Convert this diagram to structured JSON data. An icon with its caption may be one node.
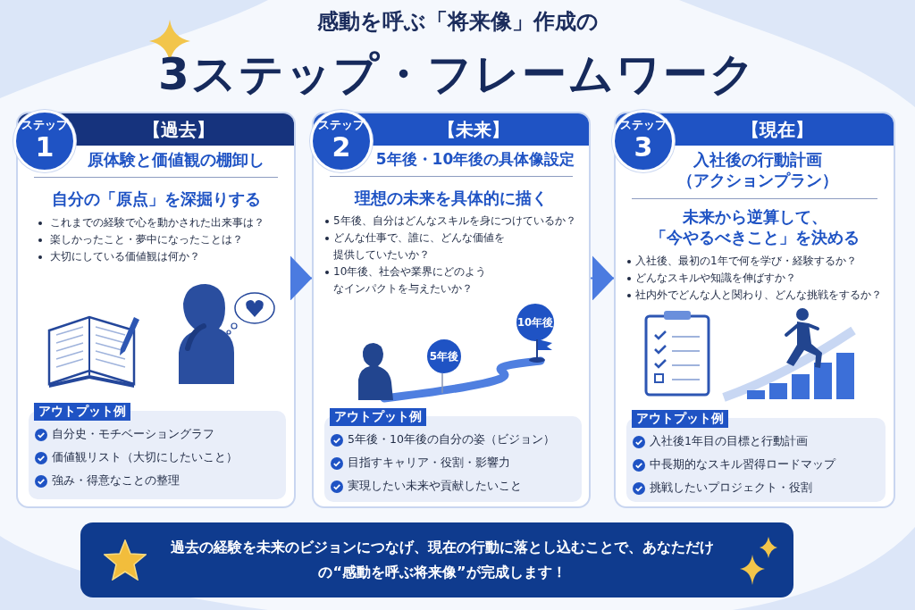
{
  "diagram": {
    "title": "感動を呼ぶ「**将来像**」作成の",
    "nodes": [
      {
        "text": [
          "【過去】",
          "原体験と価値観の棚卸し",
          "自分の「原点」を深掘りする",
          "これまでの経験で心を動かされた出来事は？",
          "楽しかったこと・夢中になったことは？",
          "大切にしている価値観は何か？"
        ]
      },
      {
        "text": [
          "ステップ",
          "1"
        ],
        "in": 0
      },
      {
        "text": [
          "アウトプット例",
          "自分史・モチベーショングラフ",
          "価値観リスト（大切にしたいこと）",
          "強み・得意なことの整理"
        ],
        "in": 0
      },
      {
        "text": [
          "【未来】",
          "5年後・10年後の具体像設定",
          "理想の未来を具体的に描く",
          "5年後、自分はどんなスキルを身につけているか？",
          "どんな仕事で、誰に、どんな価値を提供していたいか？",
          "10年後、社会や業界にどのようなインパクトを与えたいか？"
        ]
      },
      {
        "text": [
          "ステップ",
          "2"
        ],
        "in": 3
      },
      {
        "text": [
          "5年後"
        ],
        "in": 3
      },
      {
        "text": [
          "10年後"
        ],
        "in": 3
      },
      {
        "text": [
          "アウトプット例",
          "5年後・10年後の自分の姿（ビジョン）",
          "目指すキャリア・役割・影響力",
          "実現したい未来や貢献したいこと"
        ],
        "in": 3
      },
      {
        "text": [
          "【現在】",
          "入社後の行動計画（アクションプラン）",
          "未来から逆算して、「今やるべきこと」を決める",
          "入社後、最初の1年で何を学び・経験するか？",
          "どんなスキルや知識を伸ばすか？",
          "社内外でどんな人と関わり、どんな挑戦をするか？"
        ]
      },
      {
        "text": [
          "ステップ",
          "3"
        ],
        "in": 8
      },
      {
        "text": [
          "アウトプット例",
          "入社後1年目の目標と行動計画",
          "中長期的なスキル習得ロードマップ",
          "挑戦したいプロジェクト・役割"
        ],
        "in": 8
      },
      {
        "text": [
          "過去の経験を未来のビジョンにつなげ、現在の行動に落とし込むことで、あなただけの**“感動を呼ぶ将来像”**が完成します！"
        ]
      }
    ],
    "edges": [
      {
        "from": 0,
        "to": 3,
        "arrow": "to"
      },
      {
        "from": 3,
        "to": 8,
        "arrow": "to"
      }
    ],
    "labels": [
      "3ステップ・フレームワーク"
    ]
  }
}
